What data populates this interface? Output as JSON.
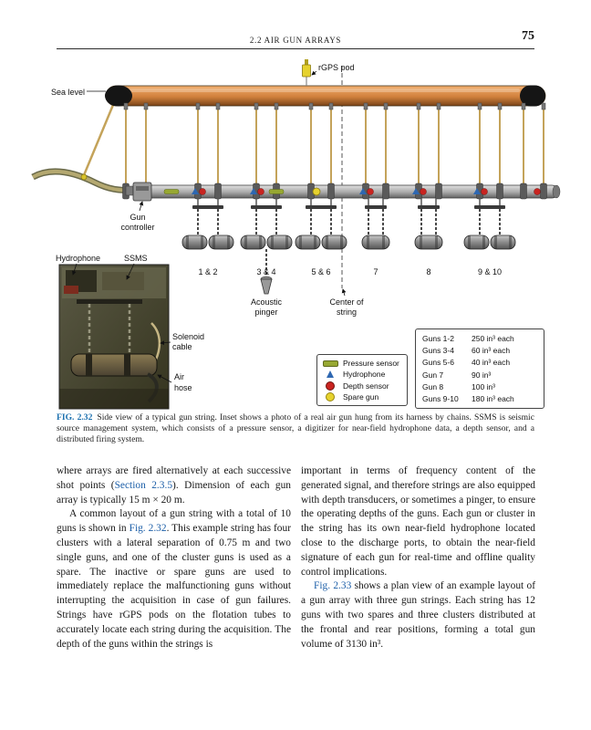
{
  "page": {
    "header": "2.2 AIR GUN ARRAYS",
    "page_number": "75"
  },
  "colors": {
    "link": "#1d5fa8",
    "figure_label": "#1a6fae",
    "flotation_tube": "#d0803c",
    "pressure_sensor": "#97a832",
    "hydrophone": "#2e67b1",
    "depth_sensor": "#c92420",
    "spare_gun": "#e6d22e"
  },
  "figure": {
    "labels": {
      "rgps_pod": "rGPS pod",
      "sea_level": "Sea level",
      "gun_ctrl_1": "Gun",
      "gun_ctrl_2": "controller",
      "hydrophone": "Hydrophone",
      "ssms": "SSMS",
      "solenoid_1": "Solenoid",
      "solenoid_2": "cable",
      "air_1": "Air",
      "air_2": "hose",
      "pinger_1": "Acoustic",
      "pinger_2": "pinger",
      "center_1": "Center of",
      "center_2": "string",
      "cluster_1": "1 & 2",
      "cluster_2": "3 & 4",
      "cluster_3": "5 & 6",
      "cluster_4": "7",
      "cluster_5": "8",
      "cluster_6": "9 & 10"
    },
    "legend": {
      "items": [
        {
          "label": "Pressure sensor",
          "marker": "green-bar",
          "color": "#97a832"
        },
        {
          "label": "Hydrophone",
          "marker": "blue-triangle",
          "color": "#2e67b1"
        },
        {
          "label": "Depth sensor",
          "marker": "red-circle",
          "color": "#c92420"
        },
        {
          "label": "Spare gun",
          "marker": "yellow-circle",
          "color": "#e6d22e"
        }
      ]
    },
    "volume_table": {
      "rows": [
        {
          "gun": "Guns 1-2",
          "volume": "250 in³ each"
        },
        {
          "gun": "Guns 3-4",
          "volume": "60 in³ each"
        },
        {
          "gun": "Guns 5-6",
          "volume": "40 in³ each"
        },
        {
          "gun": "Gun  7",
          "volume": "90 in³"
        },
        {
          "gun": "Gun  8",
          "volume": "100 in³"
        },
        {
          "gun": "Guns 9-10",
          "volume": "180 in³ each"
        }
      ]
    }
  },
  "caption": {
    "segments": [
      {
        "t": "FIG. 2.32",
        "style": "fig-label"
      },
      {
        "t": "Side view of a typical gun string. Inset shows a photo of a real air gun hung from its harness by chains. SSMS is seismic source management system, which consists of a pressure sensor, a digitizer for near-field hydrophone data, a depth sensor, and a distributed firing system."
      }
    ]
  },
  "body": {
    "left": [
      {
        "segments": [
          {
            "t": "where arrays are fired alternatively at each successive shot points ("
          },
          {
            "t": "Section 2.3.5",
            "link": true
          },
          {
            "t": "). Dimension of each gun array is typically 15 m × 20 m."
          }
        ]
      },
      {
        "segments": [
          {
            "t": "A common layout of a gun string with a total of 10 guns is shown in "
          },
          {
            "t": "Fig. 2.32",
            "link": true
          },
          {
            "t": ". This example string has four clusters with a lateral separation of 0.75 m and two single guns, and one of the cluster guns is used as a spare. The inactive or spare guns are used to immediately replace the malfunctioning guns without interrupting the acquisition in case of gun failures. Strings have rGPS pods on the flotation tubes to accurately locate each string during the acquisition. The depth of the guns within the strings is"
          }
        ]
      }
    ],
    "right": [
      {
        "segments": [
          {
            "t": "important in terms of frequency content of the generated signal, and therefore strings are also equipped with depth transducers, or sometimes a pinger, to ensure the operating depths of the guns. Each gun or cluster in the string has its own near-field hydrophone located close to the discharge ports, to obtain the near-field signature of each gun for real-time and offline quality control implications."
          }
        ]
      },
      {
        "segments": [
          {
            "t": "Fig. 2.33",
            "link": true
          },
          {
            "t": " shows a plan view of an example layout of a gun array with three gun strings. Each string has 12 guns with two spares and three clusters distributed at the frontal and rear positions, forming a total gun volume of 3130 in³."
          }
        ]
      }
    ]
  }
}
